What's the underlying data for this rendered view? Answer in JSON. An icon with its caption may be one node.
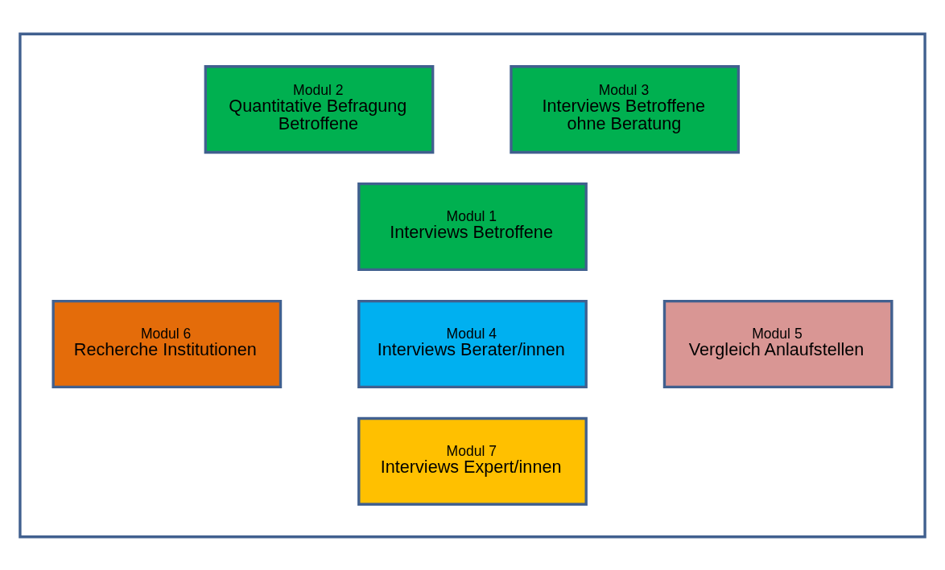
{
  "diagram": {
    "nodes": [
      {
        "text": [],
        "shape": "box"
      },
      {
        "text": [
          "Modul 2",
          "Quantitative Befragung Betroffene"
        ],
        "in": 0
      },
      {
        "text": [
          "Modul 3",
          "Interviews Betroffene ohne Beratung"
        ],
        "in": 0
      },
      {
        "text": [
          "Modul 1",
          "Interviews Betroffene"
        ],
        "in": 0
      },
      {
        "text": [
          "Modul 6",
          "Recherche Institutionen"
        ],
        "in": 0
      },
      {
        "text": [
          "Modul 4",
          "Interviews Berater/innen"
        ],
        "in": 0
      },
      {
        "text": [
          "Modul 5",
          "Vergleich Anlaufstellen"
        ],
        "in": 0
      },
      {
        "text": [
          "Modul 7",
          "Interviews Expert/innen"
        ],
        "in": 0
      }
    ],
    "edges": []
  }
}
